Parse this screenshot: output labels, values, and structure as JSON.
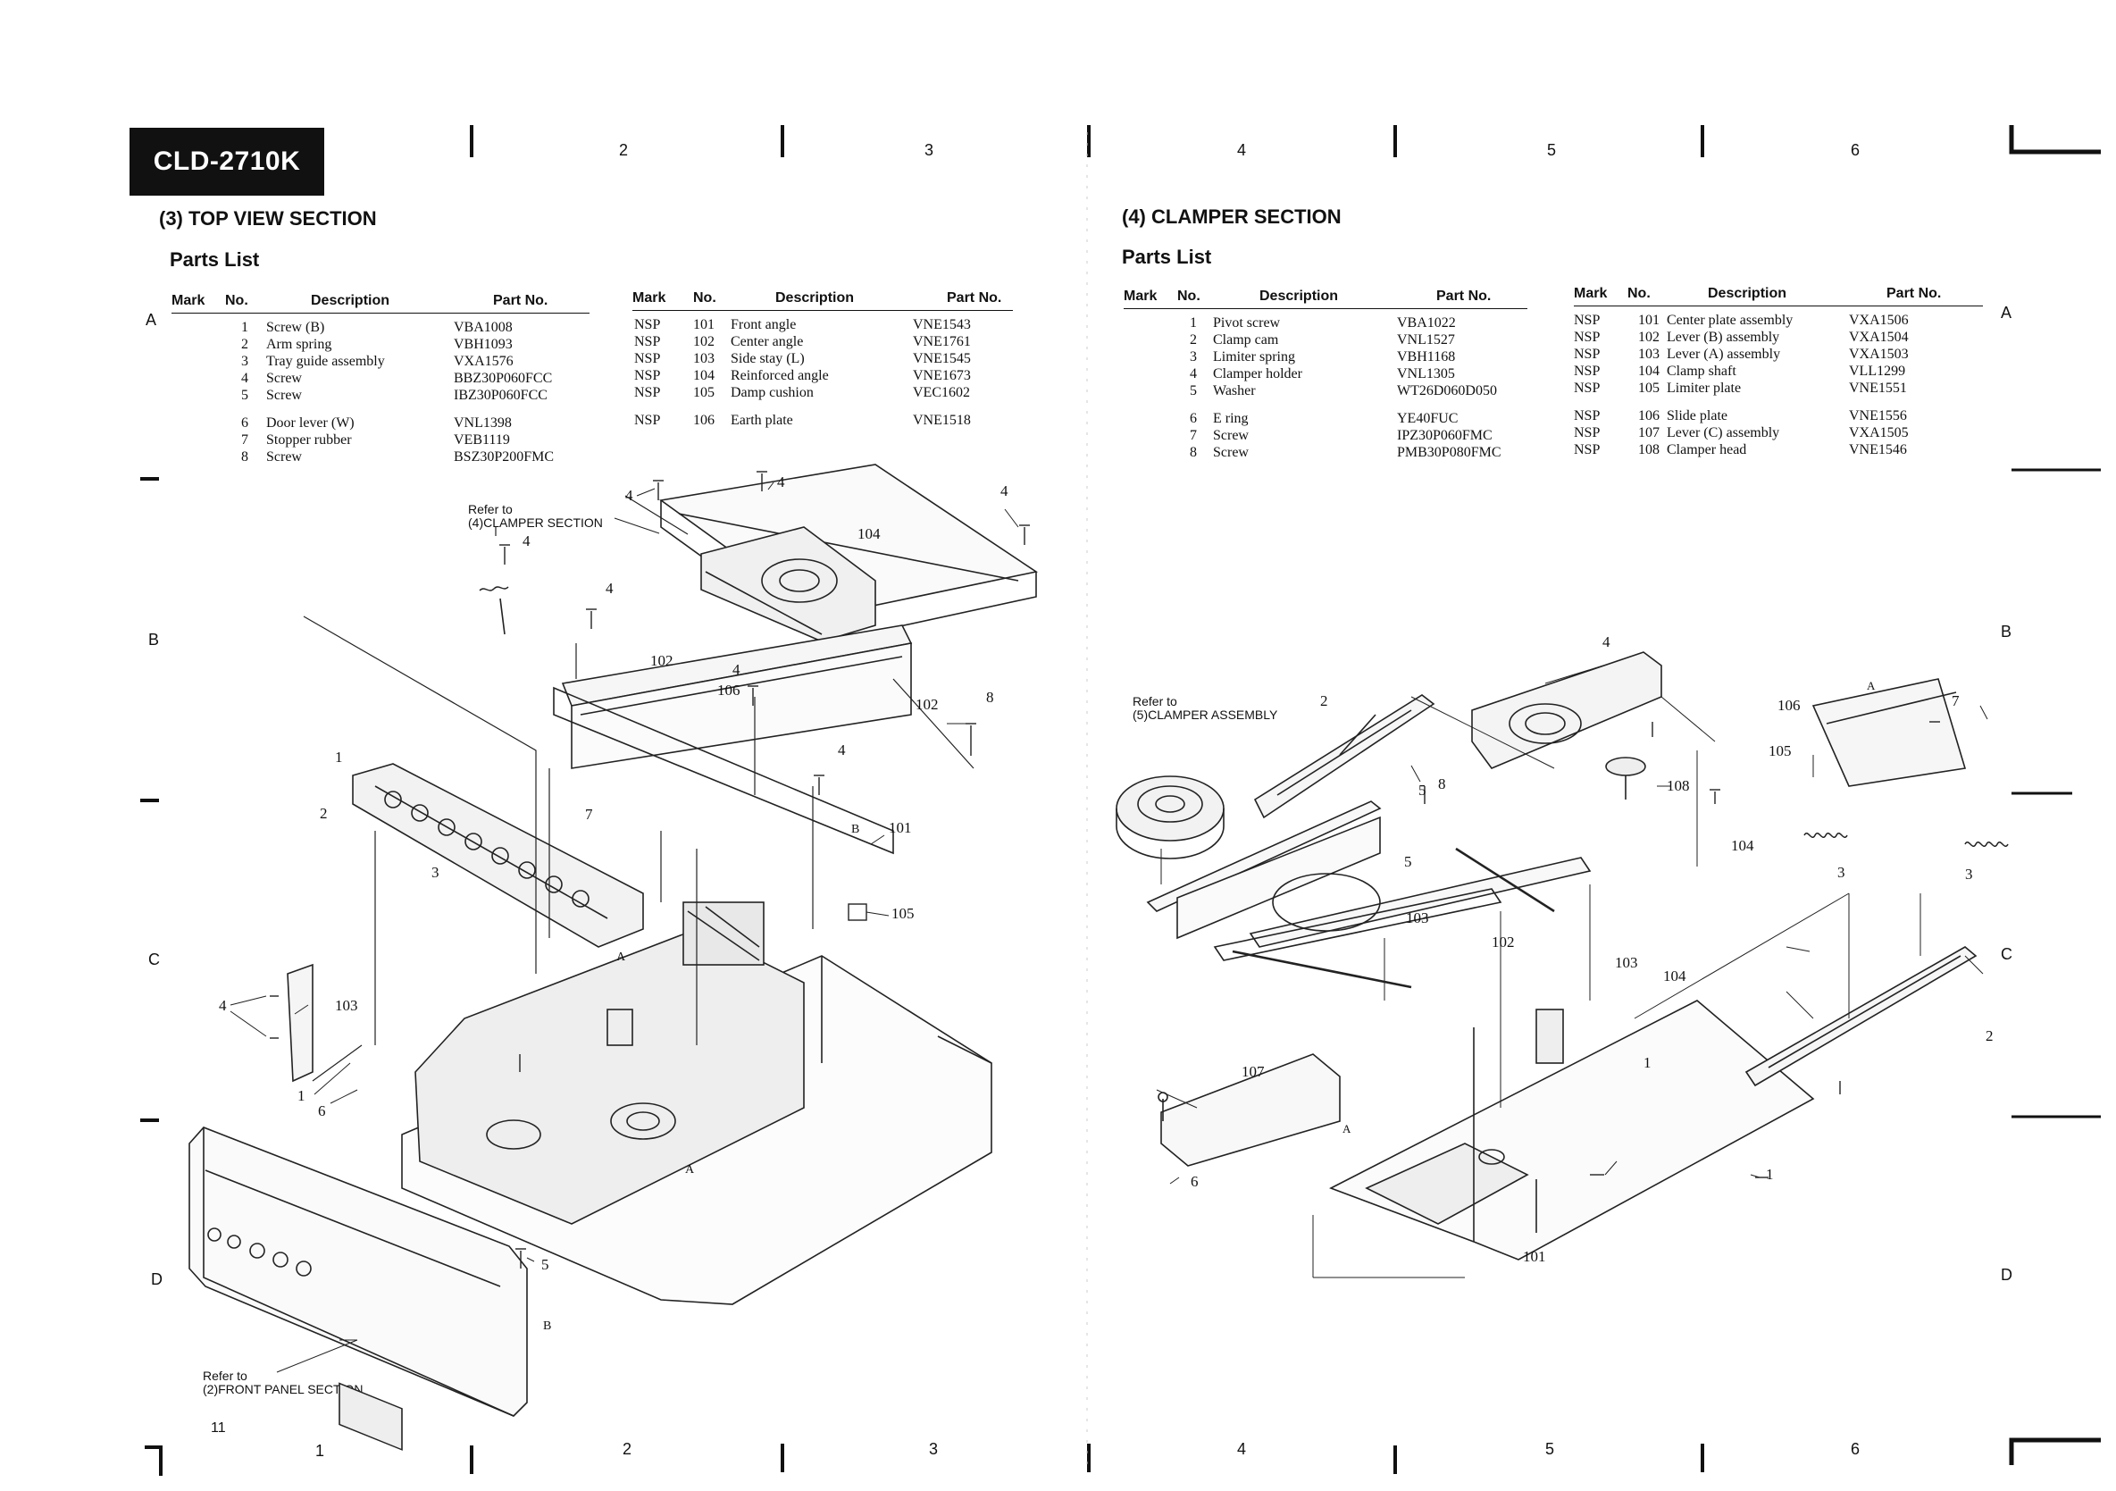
{
  "header": {
    "model": "CLD-2710K",
    "page_number": "11"
  },
  "grid": {
    "columns_top": [
      "2",
      "3",
      "4",
      "5",
      "6"
    ],
    "columns_bottom": [
      "1",
      "2",
      "3",
      "4",
      "5",
      "6"
    ],
    "rows_left": [
      "A",
      "B",
      "C",
      "D"
    ],
    "rows_right": [
      "A",
      "B",
      "C",
      "D"
    ]
  },
  "top_view": {
    "title": "(3)  TOP VIEW SECTION",
    "parts_list_label": "Parts List",
    "columns": [
      "Mark",
      "No.",
      "Description",
      "Part No."
    ],
    "left_rows": [
      {
        "mark": "",
        "no": "1",
        "desc": "Screw (B)",
        "part": "VBA1008"
      },
      {
        "mark": "",
        "no": "2",
        "desc": "Arm spring",
        "part": "VBH1093"
      },
      {
        "mark": "",
        "no": "3",
        "desc": "Tray guide assembly",
        "part": "VXA1576"
      },
      {
        "mark": "",
        "no": "4",
        "desc": "Screw",
        "part": "BBZ30P060FCC"
      },
      {
        "mark": "",
        "no": "5",
        "desc": "Screw",
        "part": "IBZ30P060FCC"
      },
      {
        "mark": "",
        "no": "6",
        "desc": "Door lever (W)",
        "part": "VNL1398"
      },
      {
        "mark": "",
        "no": "7",
        "desc": "Stopper rubber",
        "part": "VEB1119"
      },
      {
        "mark": "",
        "no": "8",
        "desc": "Screw",
        "part": "BSZ30P200FMC"
      }
    ],
    "right_rows": [
      {
        "mark": "NSP",
        "no": "101",
        "desc": "Front angle",
        "part": "VNE1543"
      },
      {
        "mark": "NSP",
        "no": "102",
        "desc": "Center angle",
        "part": "VNE1761"
      },
      {
        "mark": "NSP",
        "no": "103",
        "desc": "Side stay (L)",
        "part": "VNE1545"
      },
      {
        "mark": "NSP",
        "no": "104",
        "desc": "Reinforced angle",
        "part": "VNE1673"
      },
      {
        "mark": "NSP",
        "no": "105",
        "desc": "Damp cushion",
        "part": "VEC1602"
      },
      {
        "mark": "NSP",
        "no": "106",
        "desc": "Earth plate",
        "part": "VNE1518"
      }
    ],
    "refer_clamper": "Refer to\n(4)CLAMPER SECTION",
    "refer_front": "Refer to\n(2)FRONT PANEL SECTION"
  },
  "clamper": {
    "title": "(4)  CLAMPER SECTION",
    "parts_list_label": "Parts List",
    "columns": [
      "Mark",
      "No.",
      "Description",
      "Part No."
    ],
    "left_rows": [
      {
        "mark": "",
        "no": "1",
        "desc": "Pivot screw",
        "part": "VBA1022"
      },
      {
        "mark": "",
        "no": "2",
        "desc": "Clamp cam",
        "part": "VNL1527"
      },
      {
        "mark": "",
        "no": "3",
        "desc": "Limiter spring",
        "part": "VBH1168"
      },
      {
        "mark": "",
        "no": "4",
        "desc": "Clamper holder",
        "part": "VNL1305"
      },
      {
        "mark": "",
        "no": "5",
        "desc": "Washer",
        "part": "WT26D060D050"
      },
      {
        "mark": "",
        "no": "6",
        "desc": "E ring",
        "part": "YE40FUC"
      },
      {
        "mark": "",
        "no": "7",
        "desc": "Screw",
        "part": "IPZ30P060FMC"
      },
      {
        "mark": "",
        "no": "8",
        "desc": "Screw",
        "part": "PMB30P080FMC"
      }
    ],
    "right_rows": [
      {
        "mark": "NSP",
        "no": "101",
        "desc": "Center plate assembly",
        "part": "VXA1506"
      },
      {
        "mark": "NSP",
        "no": "102",
        "desc": "Lever (B) assembly",
        "part": "VXA1504"
      },
      {
        "mark": "NSP",
        "no": "103",
        "desc": "Lever (A) assembly",
        "part": "VXA1503"
      },
      {
        "mark": "NSP",
        "no": "104",
        "desc": "Clamp shaft",
        "part": "VLL1299"
      },
      {
        "mark": "NSP",
        "no": "105",
        "desc": "Limiter plate",
        "part": "VNE1551"
      },
      {
        "mark": "NSP",
        "no": "106",
        "desc": "Slide plate",
        "part": "VNE1556"
      },
      {
        "mark": "NSP",
        "no": "107",
        "desc": "Lever (C) assembly",
        "part": "VXA1505"
      },
      {
        "mark": "NSP",
        "no": "108",
        "desc": "Clamper head",
        "part": "VNE1546"
      }
    ],
    "refer_assembly": "Refer to\n(5)CLAMPER ASSEMBLY"
  },
  "diagram_labels_left": {
    "l1": "1",
    "l2": "2",
    "l3": "3",
    "l4": "4",
    "l5": "5",
    "l6": "6",
    "l7": "7",
    "l8": "8",
    "l101": "101",
    "l102": "102",
    "l103": "103",
    "l104": "104",
    "l105": "105",
    "l106": "106",
    "A": "A",
    "B": "B"
  },
  "diagram_labels_right": {
    "l1": "1",
    "l2": "2",
    "l3": "3",
    "l4": "4",
    "l5": "5",
    "l6": "6",
    "l7": "7",
    "l8": "8",
    "l101": "101",
    "l102": "102",
    "l103": "103",
    "l104": "104",
    "l105": "105",
    "l106": "106",
    "l107": "107",
    "l108": "108",
    "A": "A"
  }
}
